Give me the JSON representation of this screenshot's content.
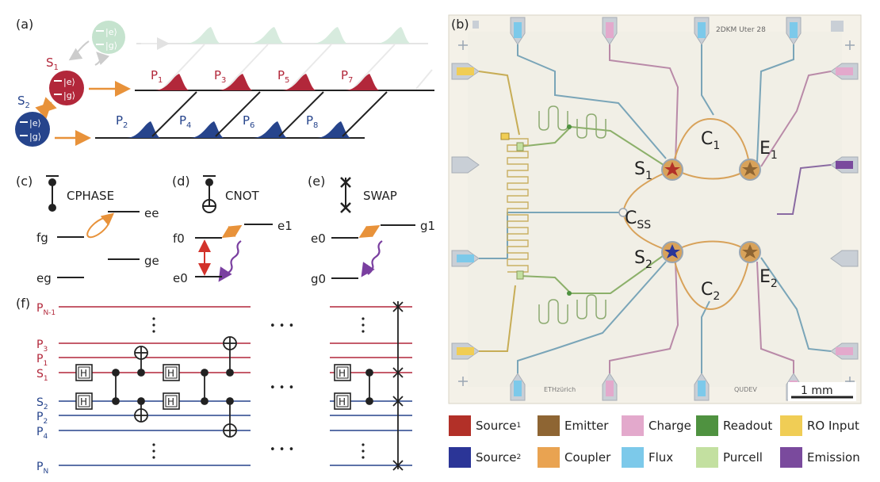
{
  "panels": {
    "a": "(a)",
    "b": "(b)",
    "c": "(c)",
    "d": "(d)",
    "e": "(e)",
    "f": "(f)"
  },
  "panel_a": {
    "ket_e": "|e⟩",
    "ket_g": "|g⟩",
    "S1": "S",
    "S1_sub": "1",
    "S2": "S",
    "S2_sub": "2",
    "photons_red": [
      {
        "t": "P",
        "s": "1"
      },
      {
        "t": "P",
        "s": "3"
      },
      {
        "t": "P",
        "s": "5"
      },
      {
        "t": "P",
        "s": "7"
      }
    ],
    "photons_blue": [
      {
        "t": "P",
        "s": "2"
      },
      {
        "t": "P",
        "s": "4"
      },
      {
        "t": "P",
        "s": "6"
      },
      {
        "t": "P",
        "s": "8"
      }
    ]
  },
  "panel_c": {
    "title": "CPHASE",
    "ee": "ee",
    "fg": "fg",
    "ge": "ge",
    "eg": "eg"
  },
  "panel_d": {
    "title": "CNOT",
    "f0": "f0",
    "e1": "e1",
    "e0": "e0"
  },
  "panel_e": {
    "title": "SWAP",
    "e0": "e0",
    "g1": "g1",
    "g0": "g0"
  },
  "panel_f": {
    "rows": [
      {
        "t": "P",
        "s": "N-1",
        "color": "red"
      },
      {
        "t": "P",
        "s": "3",
        "color": "red"
      },
      {
        "t": "P",
        "s": "1",
        "color": "red"
      },
      {
        "t": "S",
        "s": "1",
        "color": "red"
      },
      {
        "t": "S",
        "s": "2",
        "color": "blue"
      },
      {
        "t": "P",
        "s": "2",
        "color": "blue"
      },
      {
        "t": "P",
        "s": "4",
        "color": "blue"
      },
      {
        "t": "P",
        "s": "N",
        "color": "blue"
      }
    ],
    "H": "H",
    "ellipsis": "• • •"
  },
  "chip": {
    "id_text": "2DKM Uter 28",
    "S1": "S",
    "S1_sub": "1",
    "S2": "S",
    "S2_sub": "2",
    "C1": "C",
    "C1_sub": "1",
    "C2": "C",
    "C2_sub": "2",
    "CSS": "C",
    "CSS_sub": "SS",
    "E1": "E",
    "E1_sub": "1",
    "E2": "E",
    "E2_sub": "2",
    "eth": "ETHzürich",
    "qudev": "QUDEV",
    "scalebar": "1 mm"
  },
  "legend": [
    {
      "label": "Source",
      "sub": "1",
      "color": "#b23028"
    },
    {
      "label": "Emitter",
      "sub": "",
      "color": "#8e6533"
    },
    {
      "label": "Charge",
      "sub": "",
      "color": "#e3a9cc"
    },
    {
      "label": "Readout",
      "sub": "",
      "color": "#4f9240"
    },
    {
      "label": "RO Input",
      "sub": "",
      "color": "#f0cd55"
    },
    {
      "label": "Source",
      "sub": "2",
      "color": "#2b3597"
    },
    {
      "label": "Coupler",
      "sub": "",
      "color": "#e9a351"
    },
    {
      "label": "Flux",
      "sub": "",
      "color": "#7cc9ea"
    },
    {
      "label": "Purcell",
      "sub": "",
      "color": "#c3e0a0"
    },
    {
      "label": "Emission",
      "sub": "",
      "color": "#7a4a9d"
    }
  ],
  "colors": {
    "red": "#b2273a",
    "blue": "#26448c",
    "orange": "#e8923a",
    "purple": "#7a3fa0",
    "green": "#b8dcc4"
  }
}
